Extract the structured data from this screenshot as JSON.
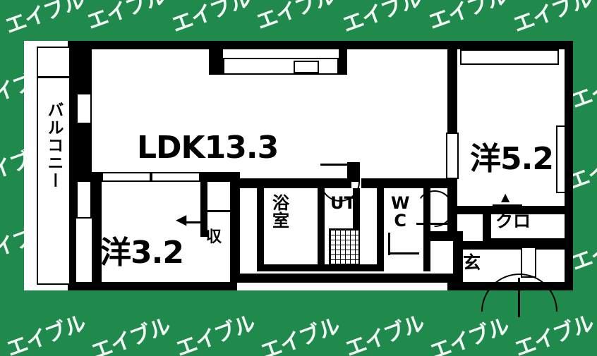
{
  "watermark": {
    "text": "エイブル",
    "color": "#ffffff",
    "background": "#1f8a4c"
  },
  "floorplan": {
    "background": "#ffffff",
    "wall_color": "#000000",
    "rooms": [
      {
        "id": "ldk",
        "label": "LDK13.3"
      },
      {
        "id": "washitsu-3-2",
        "label": "洋3.2"
      },
      {
        "id": "youshitsu-5-2",
        "label": "洋5.2"
      },
      {
        "id": "balcony",
        "label": "バルコニー"
      },
      {
        "id": "closet-small",
        "label": "収"
      },
      {
        "id": "bathroom",
        "label": "浴室"
      },
      {
        "id": "utility",
        "label": "UT"
      },
      {
        "id": "toilet",
        "label": "WC"
      },
      {
        "id": "closet",
        "label": "クロ"
      },
      {
        "id": "entrance",
        "label": "玄"
      }
    ]
  }
}
